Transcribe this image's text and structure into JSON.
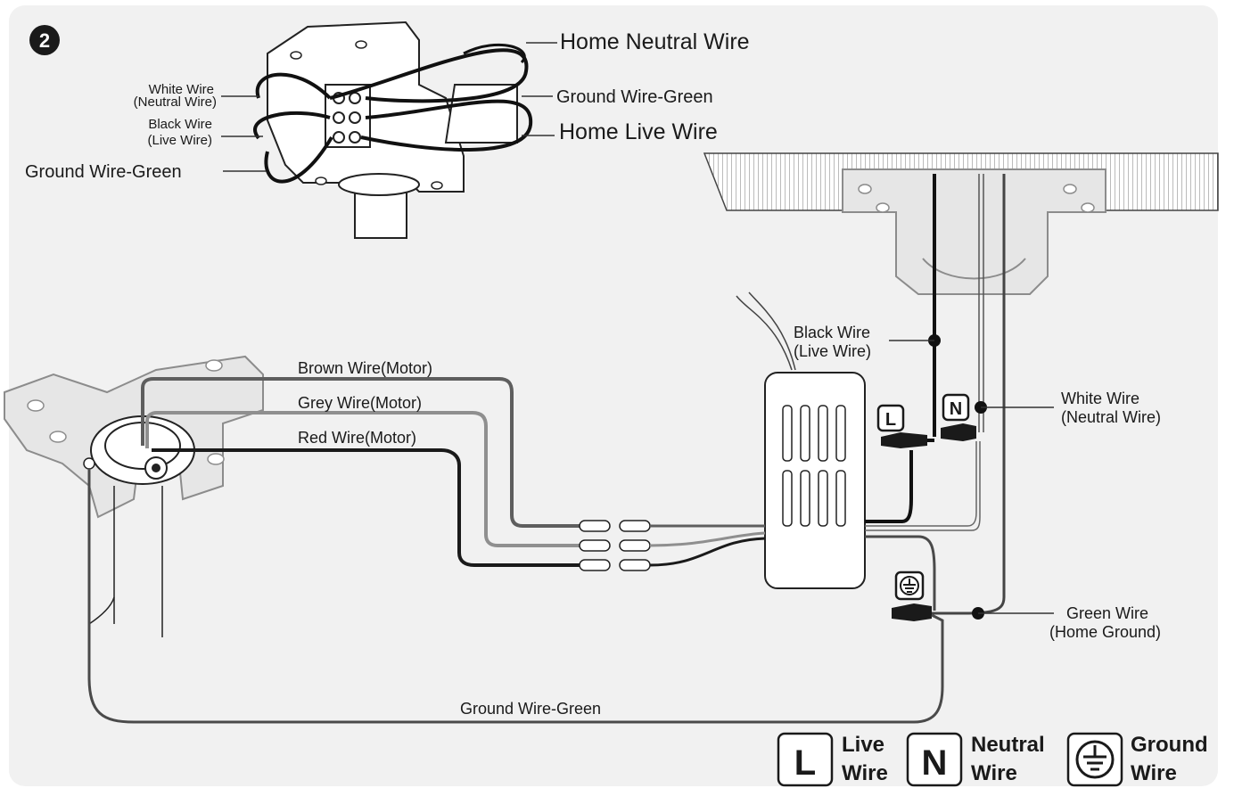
{
  "step_number": "2",
  "top_bracket_labels": {
    "white_wire": "White Wire",
    "white_wire_sub": "(Neutral Wire)",
    "black_wire": "Black Wire",
    "black_wire_sub": "(Live Wire)",
    "ground_left": "Ground Wire-Green",
    "home_neutral": "Home Neutral Wire",
    "ground_right": "Ground Wire-Green",
    "home_live": "Home Live Wire"
  },
  "motor_wires": {
    "brown": "Brown Wire(Motor)",
    "grey": "Grey Wire(Motor)",
    "red": "Red Wire(Motor)"
  },
  "receiver_labels": {
    "black_wire": "Black Wire",
    "black_wire_sub": "(Live Wire)",
    "white_wire": "White Wire",
    "white_wire_sub": "(Neutral Wire)",
    "green_wire": "Green Wire",
    "green_wire_sub": "(Home Ground)",
    "bottom_ground": "Ground Wire-Green"
  },
  "terminal_marks": {
    "live": "L",
    "neutral": "N"
  },
  "legend": [
    {
      "symbol": "L",
      "line1": "Live",
      "line2": "Wire"
    },
    {
      "symbol": "N",
      "line1": "Neutral",
      "line2": "Wire"
    },
    {
      "symbol": "ground-icon",
      "line1": "Ground",
      "line2": "Wire"
    }
  ],
  "colors": {
    "panel": "#f1f1f1",
    "black_wire": "#1a1a1a",
    "brown_wire": "#5e5e5e",
    "grey_wire": "#8f8f8f",
    "ground_wire": "#4a4a4a"
  }
}
